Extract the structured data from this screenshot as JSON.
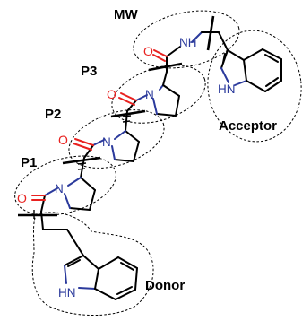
{
  "labels": {
    "mw": "MW",
    "p3": "P3",
    "p2": "P2",
    "p1": "P1",
    "acceptor": "Acceptor",
    "donor": "Donor"
  },
  "atoms": {
    "oxygen": "O",
    "nitrogen": "N",
    "amide_nh": "NH",
    "indole_nh": "HN"
  },
  "colors": {
    "oxygen": "#e8211f",
    "nitrogen": "#2b3a9c",
    "bond": "#000000"
  }
}
